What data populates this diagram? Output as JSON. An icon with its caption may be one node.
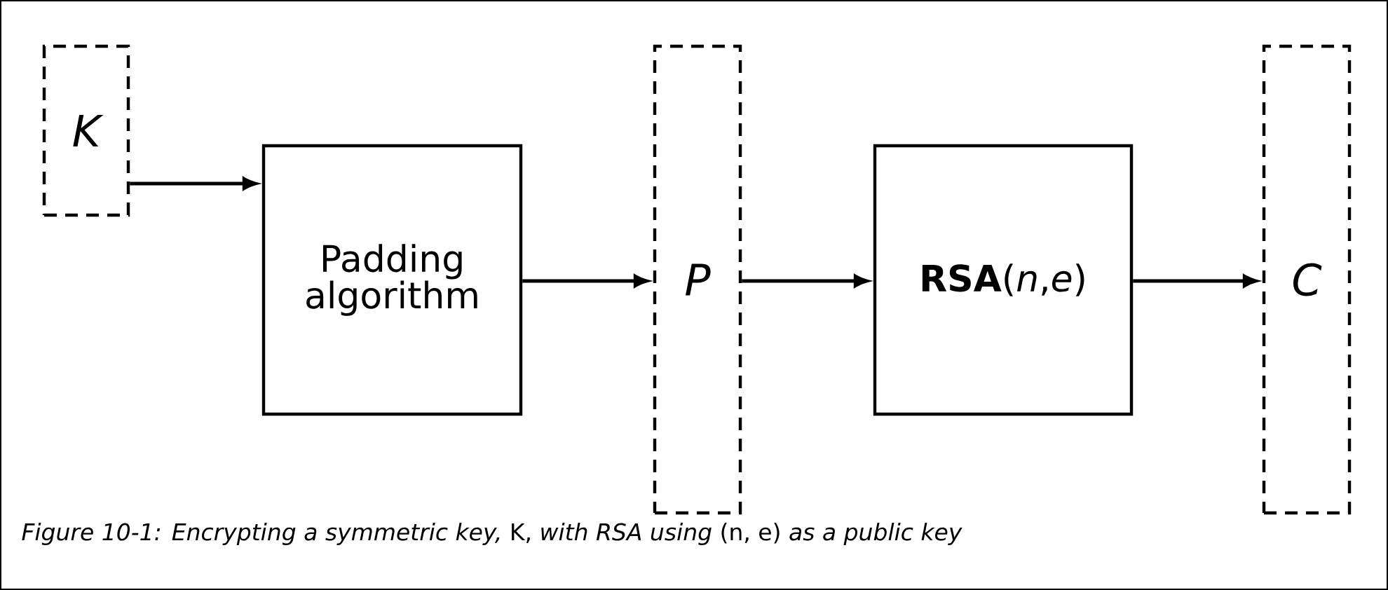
{
  "diagram": {
    "caption": "*Figure 10-1: Encrypting a symmetric key,* K, *with RSA using* (n, e) *as a public key*",
    "nodes": [
      {
        "text": [
          "K"
        ]
      },
      {
        "text": [
          "Padding algorithm"
        ]
      },
      {
        "text": [
          "P"
        ]
      },
      {
        "text": [
          "**RSA**(*n*,*e*)"
        ]
      },
      {
        "text": [
          "C"
        ]
      }
    ],
    "edges": [
      {
        "from": 0,
        "to": 1,
        "arrow": "to"
      },
      {
        "from": 1,
        "to": 2,
        "arrow": "to"
      },
      {
        "from": 2,
        "to": 3,
        "arrow": "to"
      },
      {
        "from": 3,
        "to": 4,
        "arrow": "to"
      }
    ]
  }
}
